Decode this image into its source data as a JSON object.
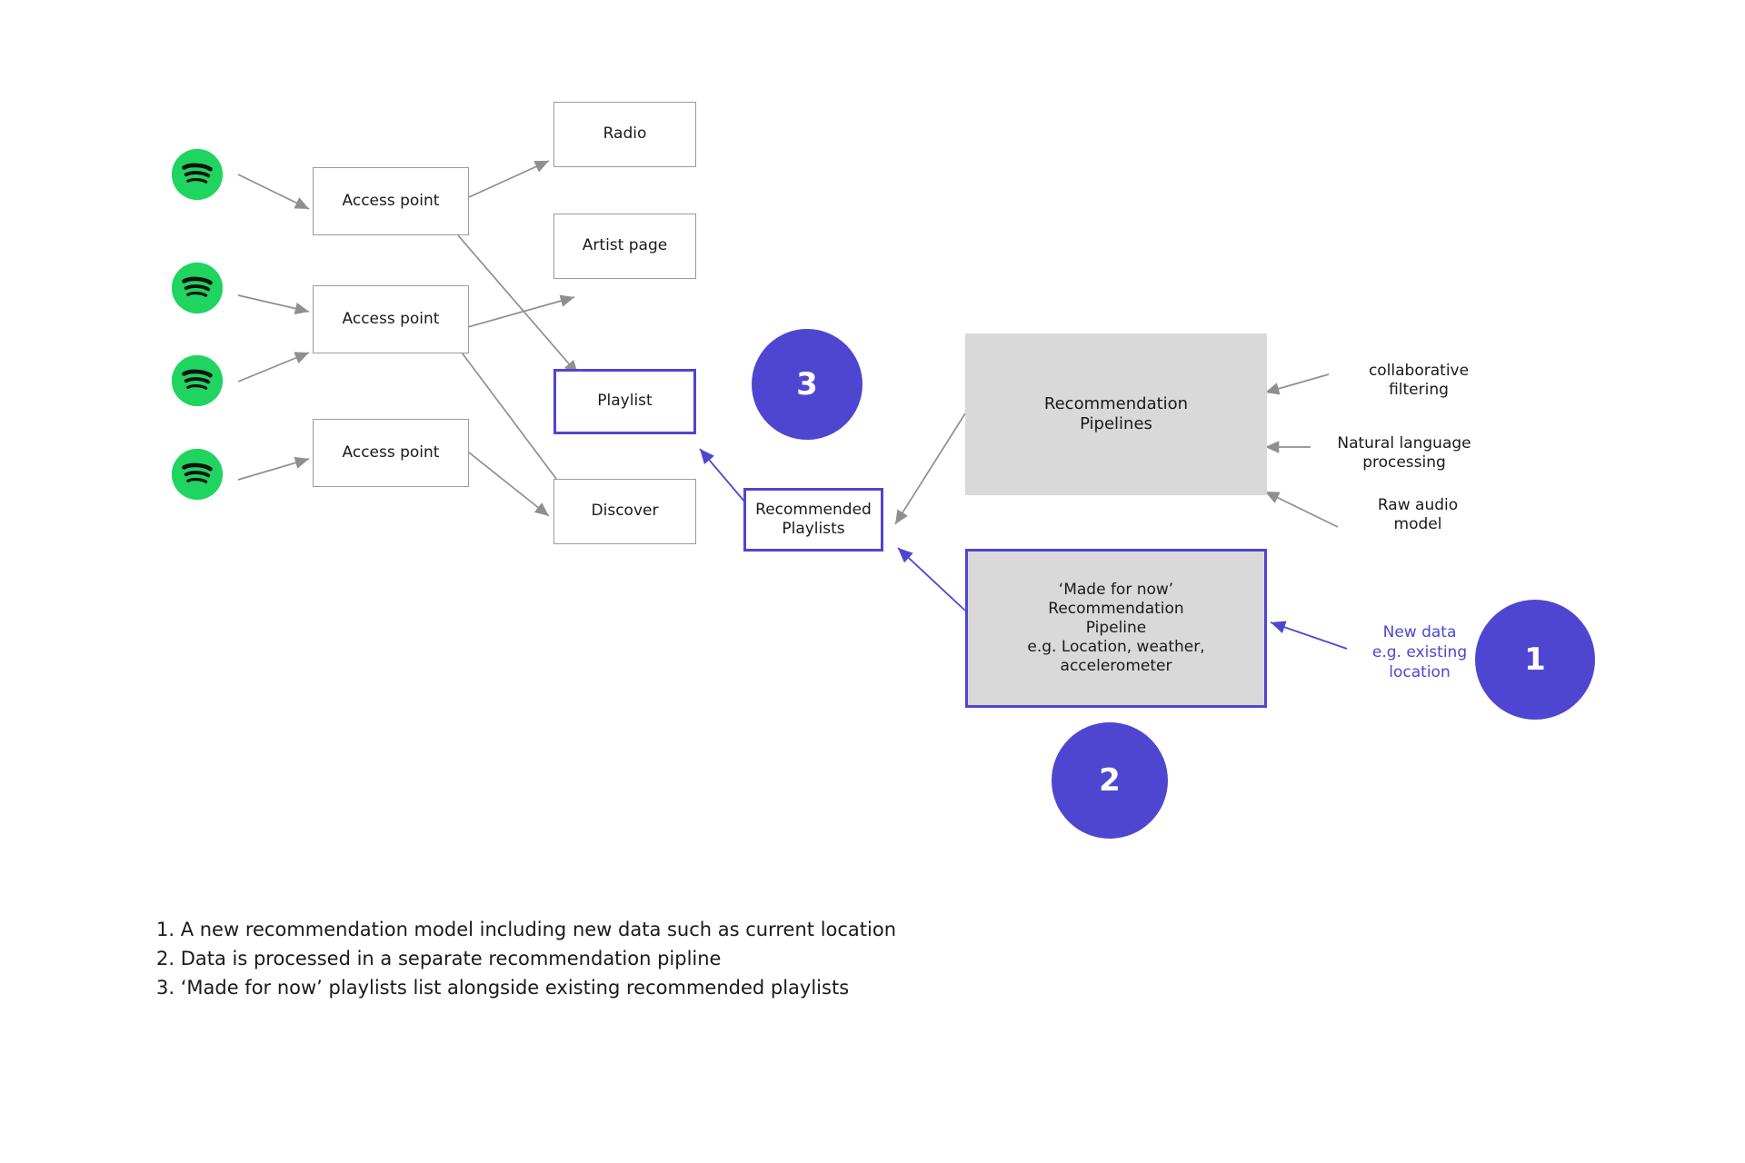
{
  "diagram": {
    "title_visible": false,
    "colors": {
      "spotify_green": "#1fd45f",
      "accent_purple": "#4e46d0",
      "gray_fill": "#d9d9d9",
      "gray_stroke": "#9b9b9b",
      "arrow_gray": "#8f8f8f",
      "text": "#1a1a1a"
    },
    "clients": [
      {
        "icon": "spotify-logo-icon"
      },
      {
        "icon": "spotify-logo-icon"
      },
      {
        "icon": "spotify-logo-icon"
      },
      {
        "icon": "spotify-logo-icon"
      }
    ],
    "access_points": [
      {
        "label": "Access point"
      },
      {
        "label": "Access point"
      },
      {
        "label": "Access point"
      }
    ],
    "surfaces": [
      {
        "label": "Radio",
        "highlighted": false
      },
      {
        "label": "Artist page",
        "highlighted": false
      },
      {
        "label": "Playlist",
        "highlighted": true
      },
      {
        "label": "Discover",
        "highlighted": false
      }
    ],
    "recommended_playlists": {
      "label": "Recommended\nPlaylists",
      "line1": "Recommended",
      "line2": "Playlists"
    },
    "pipelines": {
      "existing": {
        "line1": "Recommendation",
        "line2": "Pipelines"
      },
      "new": {
        "line1": "‘Made for now’",
        "line2": "Recommendation",
        "line3": "Pipeline",
        "line4": "e.g. Location, weather,",
        "line5": "accelerometer"
      }
    },
    "pipeline_inputs": [
      {
        "line1": "collaborative",
        "line2": "filtering"
      },
      {
        "line1": "Natural language",
        "line2": "processing"
      },
      {
        "line1": "Raw audio",
        "line2": "model"
      }
    ],
    "new_data_annotation": {
      "line1": "New data",
      "line2": "e.g. existing",
      "line3": "location"
    },
    "badges": [
      {
        "number": "3"
      },
      {
        "number": "1"
      },
      {
        "number": "2"
      }
    ],
    "legend": [
      "1. A new recommendation model including new data such as current location",
      "2. Data is processed in a separate recommendation pipline",
      "3. ‘Made for now’ playlists list alongside existing recommended playlists"
    ]
  }
}
